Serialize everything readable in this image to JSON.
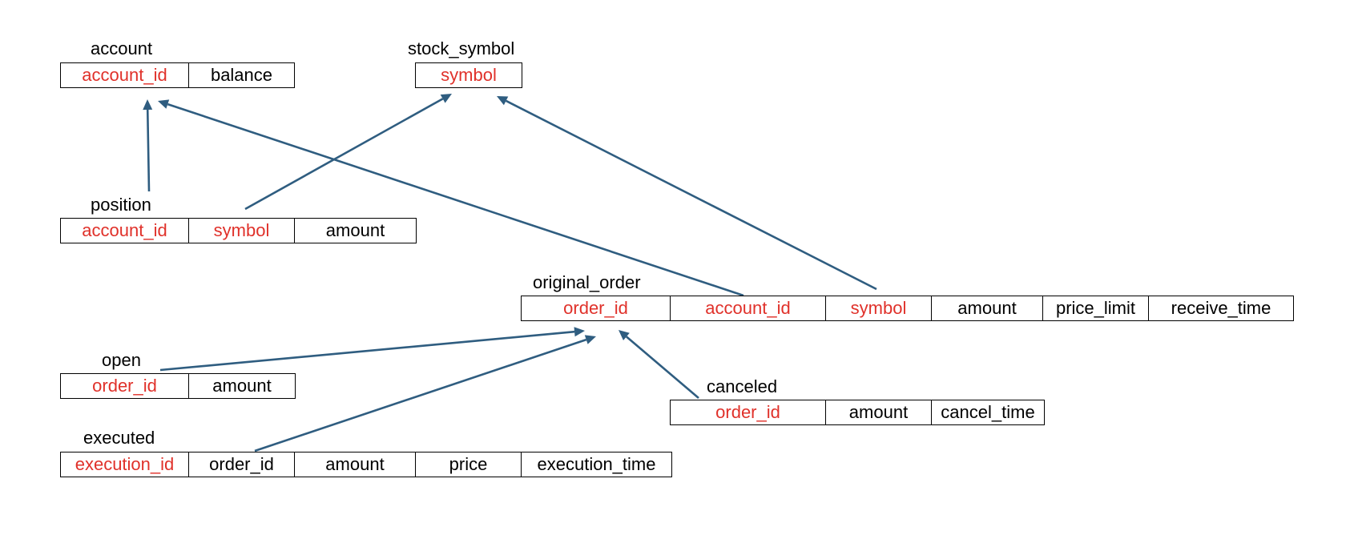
{
  "colors": {
    "key": "#e0312a",
    "text": "#000000",
    "arrow": "#2f5d80",
    "border": "#000000"
  },
  "tables": [
    {
      "id": "account",
      "title": "account",
      "columns": [
        {
          "name": "account_id",
          "key": true
        },
        {
          "name": "balance",
          "key": false
        }
      ]
    },
    {
      "id": "stock_symbol",
      "title": "stock_symbol",
      "columns": [
        {
          "name": "symbol",
          "key": true
        }
      ]
    },
    {
      "id": "position",
      "title": "position",
      "columns": [
        {
          "name": "account_id",
          "key": true
        },
        {
          "name": "symbol",
          "key": true
        },
        {
          "name": "amount",
          "key": false
        }
      ]
    },
    {
      "id": "original_order",
      "title": "original_order",
      "columns": [
        {
          "name": "order_id",
          "key": true
        },
        {
          "name": "account_id",
          "key": true
        },
        {
          "name": "symbol",
          "key": true
        },
        {
          "name": "amount",
          "key": false
        },
        {
          "name": "price_limit",
          "key": false
        },
        {
          "name": "receive_time",
          "key": false
        }
      ]
    },
    {
      "id": "open",
      "title": "open",
      "columns": [
        {
          "name": "order_id",
          "key": true
        },
        {
          "name": "amount",
          "key": false
        }
      ]
    },
    {
      "id": "canceled",
      "title": "canceled",
      "columns": [
        {
          "name": "order_id",
          "key": true
        },
        {
          "name": "amount",
          "key": false
        },
        {
          "name": "cancel_time",
          "key": false
        }
      ]
    },
    {
      "id": "executed",
      "title": "executed",
      "columns": [
        {
          "name": "execution_id",
          "key": true
        },
        {
          "name": "order_id",
          "key": false
        },
        {
          "name": "amount",
          "key": false
        },
        {
          "name": "price",
          "key": false
        },
        {
          "name": "execution_time",
          "key": false
        }
      ]
    }
  ],
  "relationships": [
    {
      "from": "position.account_id",
      "to": "account.account_id"
    },
    {
      "from": "position.symbol",
      "to": "stock_symbol.symbol"
    },
    {
      "from": "original_order.account_id",
      "to": "account.account_id"
    },
    {
      "from": "original_order.symbol",
      "to": "stock_symbol.symbol"
    },
    {
      "from": "open.order_id",
      "to": "original_order.order_id"
    },
    {
      "from": "executed.order_id",
      "to": "original_order.order_id"
    },
    {
      "from": "canceled.order_id",
      "to": "original_order.order_id"
    }
  ]
}
